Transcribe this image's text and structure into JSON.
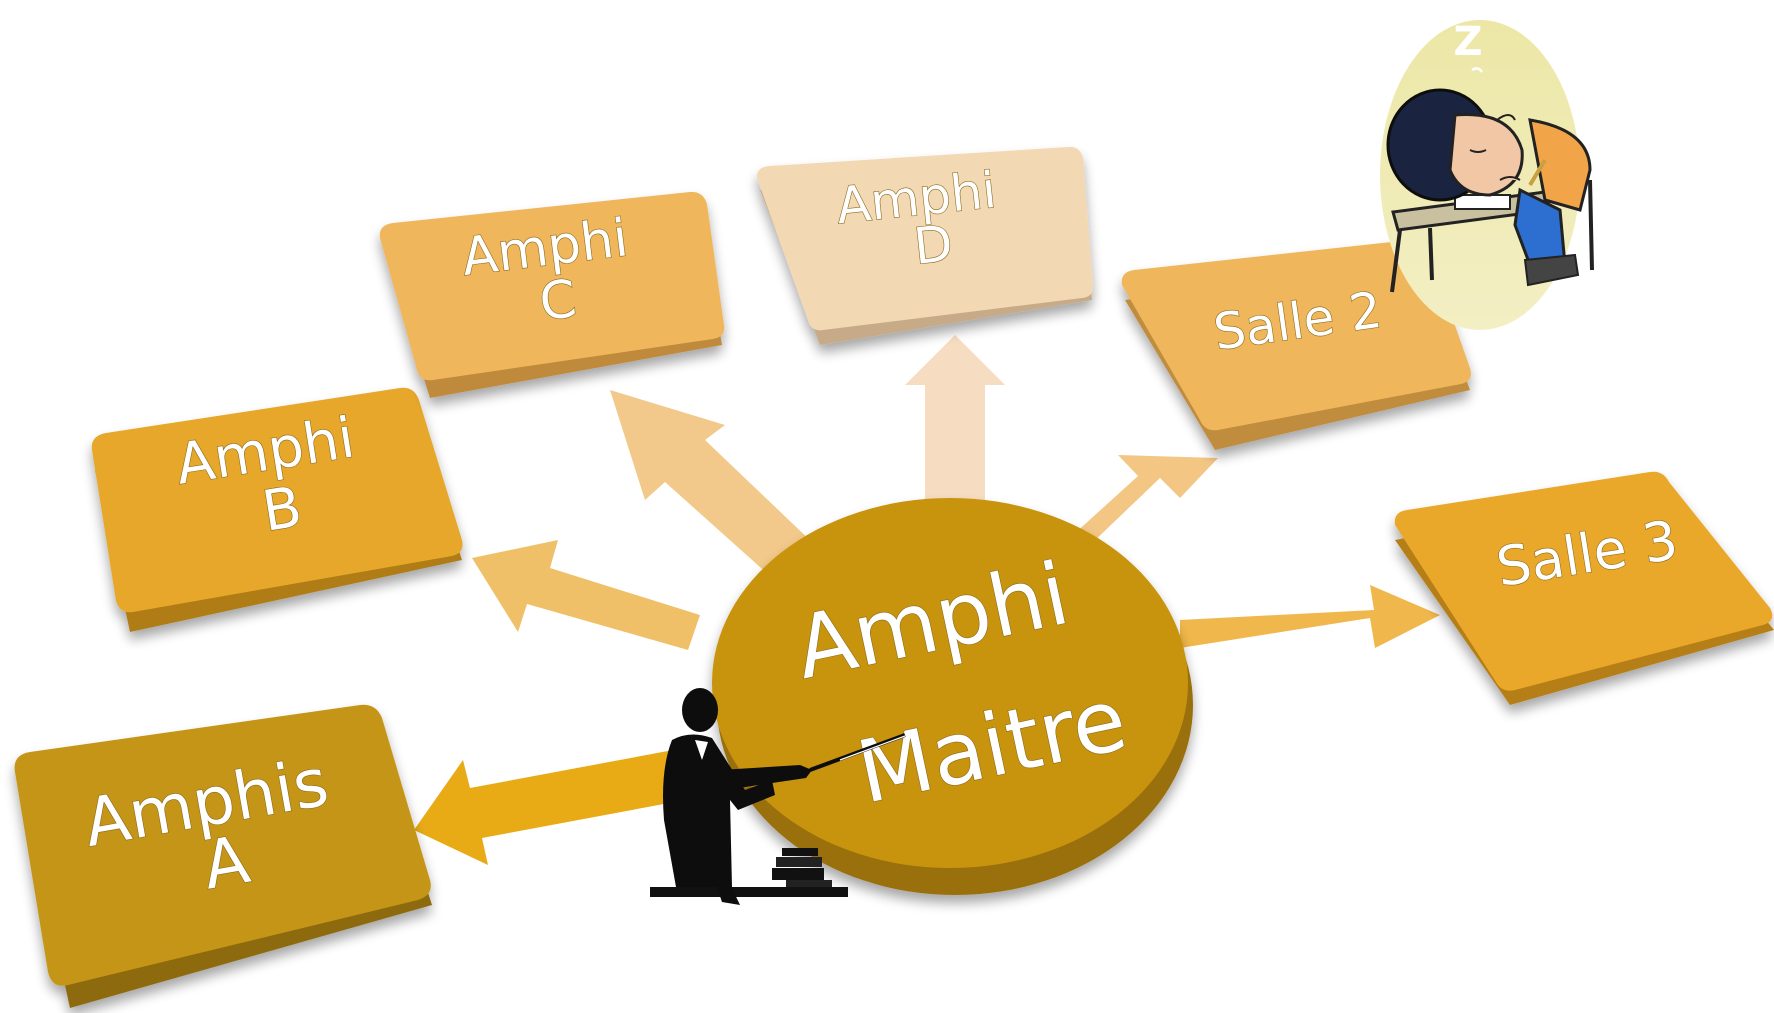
{
  "center": {
    "line1": "Amphi",
    "line2": "Maitre",
    "color": "#c8940c",
    "side_color": "#9a7009"
  },
  "nodes": [
    {
      "id": "amphis-a",
      "line1": "Amphis",
      "line2": "A",
      "color": "#c49516",
      "side": "#8c6a0c"
    },
    {
      "id": "amphi-b",
      "line1": "Amphi",
      "line2": "B",
      "color": "#e6a72a",
      "side": "#b07c16"
    },
    {
      "id": "amphi-c",
      "line1": "Amphi",
      "line2": "C",
      "color": "#efb65c",
      "side": "#bf8a3a"
    },
    {
      "id": "amphi-d",
      "line1": "Amphi",
      "line2": "D",
      "color": "#f3d8b4",
      "side": "#c7ab88"
    },
    {
      "id": "salle-2",
      "line1": "Salle 2",
      "line2": "",
      "color": "#efb65c",
      "side": "#c08c3c"
    },
    {
      "id": "salle-3",
      "line1": "Salle 3",
      "line2": "",
      "color": "#eaa82a",
      "side": "#b57e17"
    }
  ],
  "arrow_colors": {
    "amphis-a": "#e8ab16",
    "amphi-b": "#f0c068",
    "amphi-c": "#f2c98a",
    "amphi-d": "#f6dcc0",
    "salle-2": "#f3c684",
    "salle-3": "#f0b74c"
  },
  "illustrations": {
    "teacher": "teacher-with-pointer",
    "student": "sleeping-student",
    "sleep_text": "Z"
  }
}
